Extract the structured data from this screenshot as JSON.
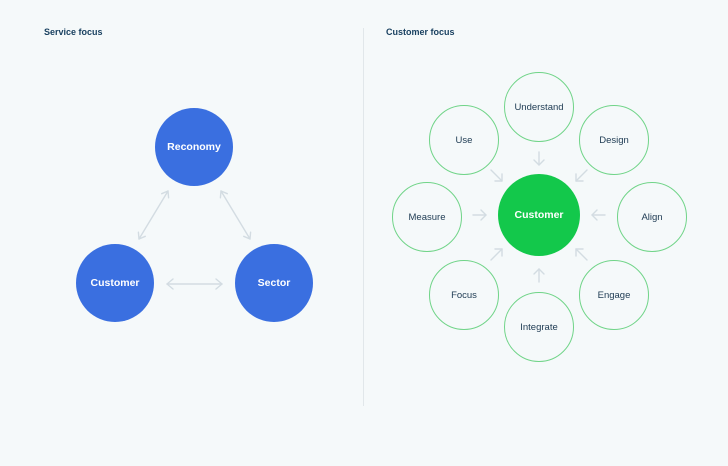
{
  "left_panel": {
    "title": "Service focus",
    "nodes": {
      "top": "Reconomy",
      "left": "Customer",
      "right": "Sector"
    }
  },
  "right_panel": {
    "title": "Customer focus",
    "center": "Customer",
    "ring": {
      "top": "Understand",
      "top_left": "Use",
      "top_right": "Design",
      "left": "Measure",
      "right": "Align",
      "bottom_left": "Focus",
      "bottom_right": "Engage",
      "bottom": "Integrate"
    }
  },
  "colors": {
    "service_node": "#3a6fe0",
    "customer_center": "#13c84b",
    "ring_outline": "#70d488",
    "arrow": "#d3dce2"
  }
}
